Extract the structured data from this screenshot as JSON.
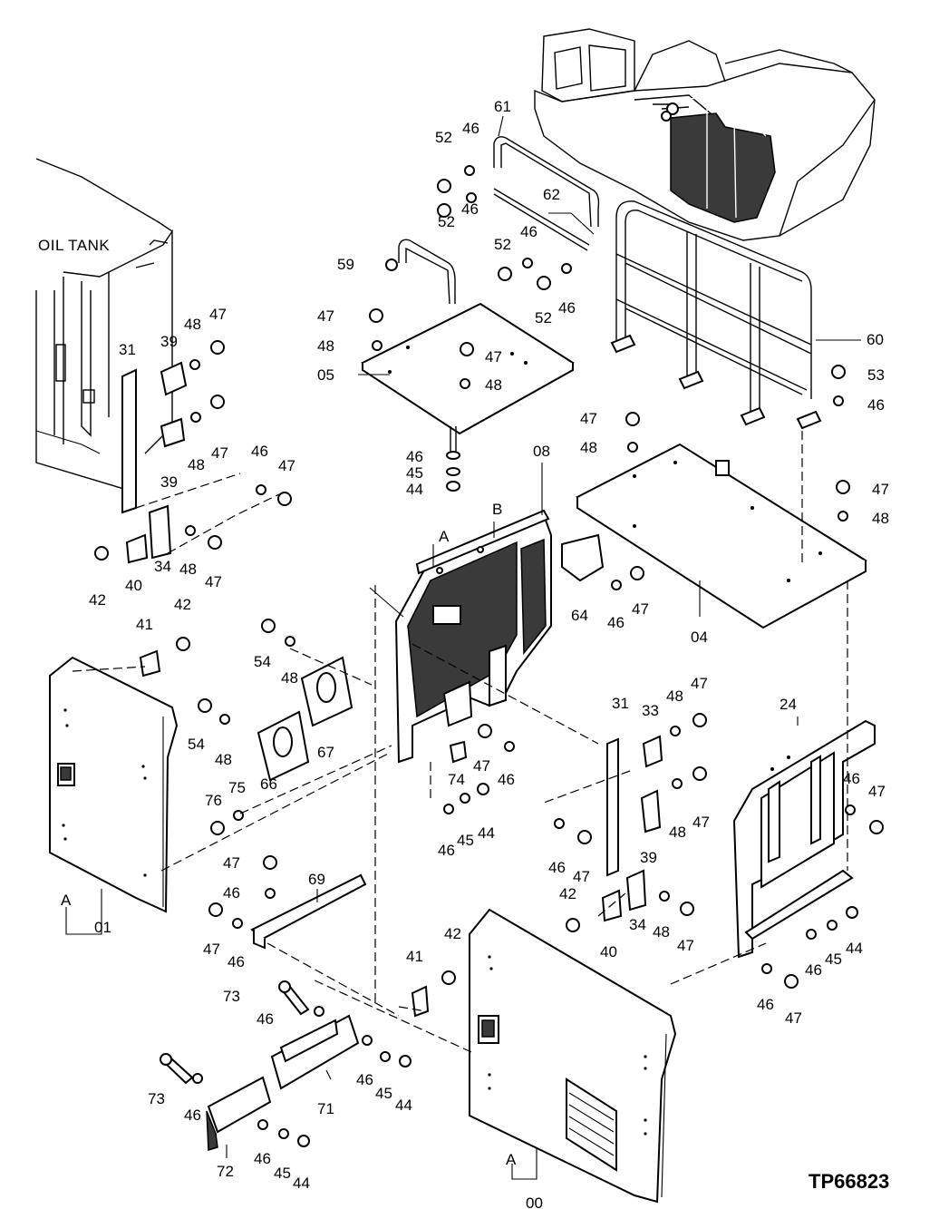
{
  "oil_tank_label": "OIL TANK",
  "reference_code": "TP66823",
  "callouts": [
    {
      "id": "c52a",
      "text": "52"
    },
    {
      "id": "c46a",
      "text": "46"
    },
    {
      "id": "c61",
      "text": "61"
    },
    {
      "id": "c52b",
      "text": "52"
    },
    {
      "id": "c46b",
      "text": "46"
    },
    {
      "id": "c62",
      "text": "62"
    },
    {
      "id": "c52c",
      "text": "52"
    },
    {
      "id": "c46c",
      "text": "46"
    },
    {
      "id": "c52d",
      "text": "52"
    },
    {
      "id": "c46d",
      "text": "46"
    },
    {
      "id": "c59",
      "text": "59"
    },
    {
      "id": "c47a",
      "text": "47"
    },
    {
      "id": "c48a",
      "text": "48"
    },
    {
      "id": "c05",
      "text": "05"
    },
    {
      "id": "c47b",
      "text": "47"
    },
    {
      "id": "c48b",
      "text": "48"
    },
    {
      "id": "c46e",
      "text": "46"
    },
    {
      "id": "c45a",
      "text": "45"
    },
    {
      "id": "c44a",
      "text": "44"
    },
    {
      "id": "c08",
      "text": "08"
    },
    {
      "id": "cB",
      "text": "B"
    },
    {
      "id": "cA1",
      "text": "A"
    },
    {
      "id": "c60",
      "text": "60"
    },
    {
      "id": "c53",
      "text": "53"
    },
    {
      "id": "c46f",
      "text": "46"
    },
    {
      "id": "c47c",
      "text": "47"
    },
    {
      "id": "c48c",
      "text": "48"
    },
    {
      "id": "c47d",
      "text": "47"
    },
    {
      "id": "c48d",
      "text": "48"
    },
    {
      "id": "c64",
      "text": "64"
    },
    {
      "id": "c46g",
      "text": "46"
    },
    {
      "id": "c47e",
      "text": "47"
    },
    {
      "id": "c04",
      "text": "04"
    },
    {
      "id": "c48e",
      "text": "48"
    },
    {
      "id": "c47f",
      "text": "47"
    },
    {
      "id": "c31a",
      "text": "31"
    },
    {
      "id": "c39a",
      "text": "39"
    },
    {
      "id": "c48f",
      "text": "48"
    },
    {
      "id": "c47g",
      "text": "47"
    },
    {
      "id": "c39b",
      "text": "39"
    },
    {
      "id": "c46h",
      "text": "46"
    },
    {
      "id": "c47h",
      "text": "47"
    },
    {
      "id": "c42a",
      "text": "42"
    },
    {
      "id": "c40a",
      "text": "40"
    },
    {
      "id": "c34a",
      "text": "34"
    },
    {
      "id": "c48g",
      "text": "48"
    },
    {
      "id": "c47i",
      "text": "47"
    },
    {
      "id": "c41a",
      "text": "41"
    },
    {
      "id": "c42b",
      "text": "42"
    },
    {
      "id": "c54a",
      "text": "54"
    },
    {
      "id": "c48h",
      "text": "48"
    },
    {
      "id": "c54b",
      "text": "54"
    },
    {
      "id": "c48i",
      "text": "48"
    },
    {
      "id": "c66",
      "text": "66"
    },
    {
      "id": "c67",
      "text": "67"
    },
    {
      "id": "c76",
      "text": "76"
    },
    {
      "id": "c75",
      "text": "75"
    },
    {
      "id": "c74",
      "text": "74"
    },
    {
      "id": "c47j",
      "text": "47"
    },
    {
      "id": "c46i",
      "text": "46"
    },
    {
      "id": "c46j",
      "text": "46"
    },
    {
      "id": "c45b",
      "text": "45"
    },
    {
      "id": "c44b",
      "text": "44"
    },
    {
      "id": "c31b",
      "text": "31"
    },
    {
      "id": "c33",
      "text": "33"
    },
    {
      "id": "c48j",
      "text": "48"
    },
    {
      "id": "c47k",
      "text": "47"
    },
    {
      "id": "c48k",
      "text": "48"
    },
    {
      "id": "c47l",
      "text": "47"
    },
    {
      "id": "c39c",
      "text": "39"
    },
    {
      "id": "c46k",
      "text": "46"
    },
    {
      "id": "c47m",
      "text": "47"
    },
    {
      "id": "c24",
      "text": "24"
    },
    {
      "id": "c46l",
      "text": "46"
    },
    {
      "id": "c47n",
      "text": "47"
    },
    {
      "id": "c42c",
      "text": "42"
    },
    {
      "id": "c34b",
      "text": "34"
    },
    {
      "id": "c40b",
      "text": "40"
    },
    {
      "id": "c48l",
      "text": "48"
    },
    {
      "id": "c47o",
      "text": "47"
    },
    {
      "id": "c46m",
      "text": "46"
    },
    {
      "id": "c45c",
      "text": "45"
    },
    {
      "id": "c44c",
      "text": "44"
    },
    {
      "id": "c46n",
      "text": "46"
    },
    {
      "id": "c47p",
      "text": "47"
    },
    {
      "id": "cA2",
      "text": "A"
    },
    {
      "id": "c01",
      "text": "01"
    },
    {
      "id": "c47q",
      "text": "47"
    },
    {
      "id": "c46o",
      "text": "46"
    },
    {
      "id": "c69",
      "text": "69"
    },
    {
      "id": "c47r",
      "text": "47"
    },
    {
      "id": "c46p",
      "text": "46"
    },
    {
      "id": "c41b",
      "text": "41"
    },
    {
      "id": "c42d",
      "text": "42"
    },
    {
      "id": "c73a",
      "text": "73"
    },
    {
      "id": "c46q",
      "text": "46"
    },
    {
      "id": "c73b",
      "text": "73"
    },
    {
      "id": "c46r",
      "text": "46"
    },
    {
      "id": "c71",
      "text": "71"
    },
    {
      "id": "c46s",
      "text": "46"
    },
    {
      "id": "c45d",
      "text": "45"
    },
    {
      "id": "c44d",
      "text": "44"
    },
    {
      "id": "c72",
      "text": "72"
    },
    {
      "id": "c46t",
      "text": "46"
    },
    {
      "id": "c45e",
      "text": "45"
    },
    {
      "id": "c44e",
      "text": "44"
    },
    {
      "id": "cA3",
      "text": "A"
    },
    {
      "id": "c00",
      "text": "00"
    }
  ]
}
